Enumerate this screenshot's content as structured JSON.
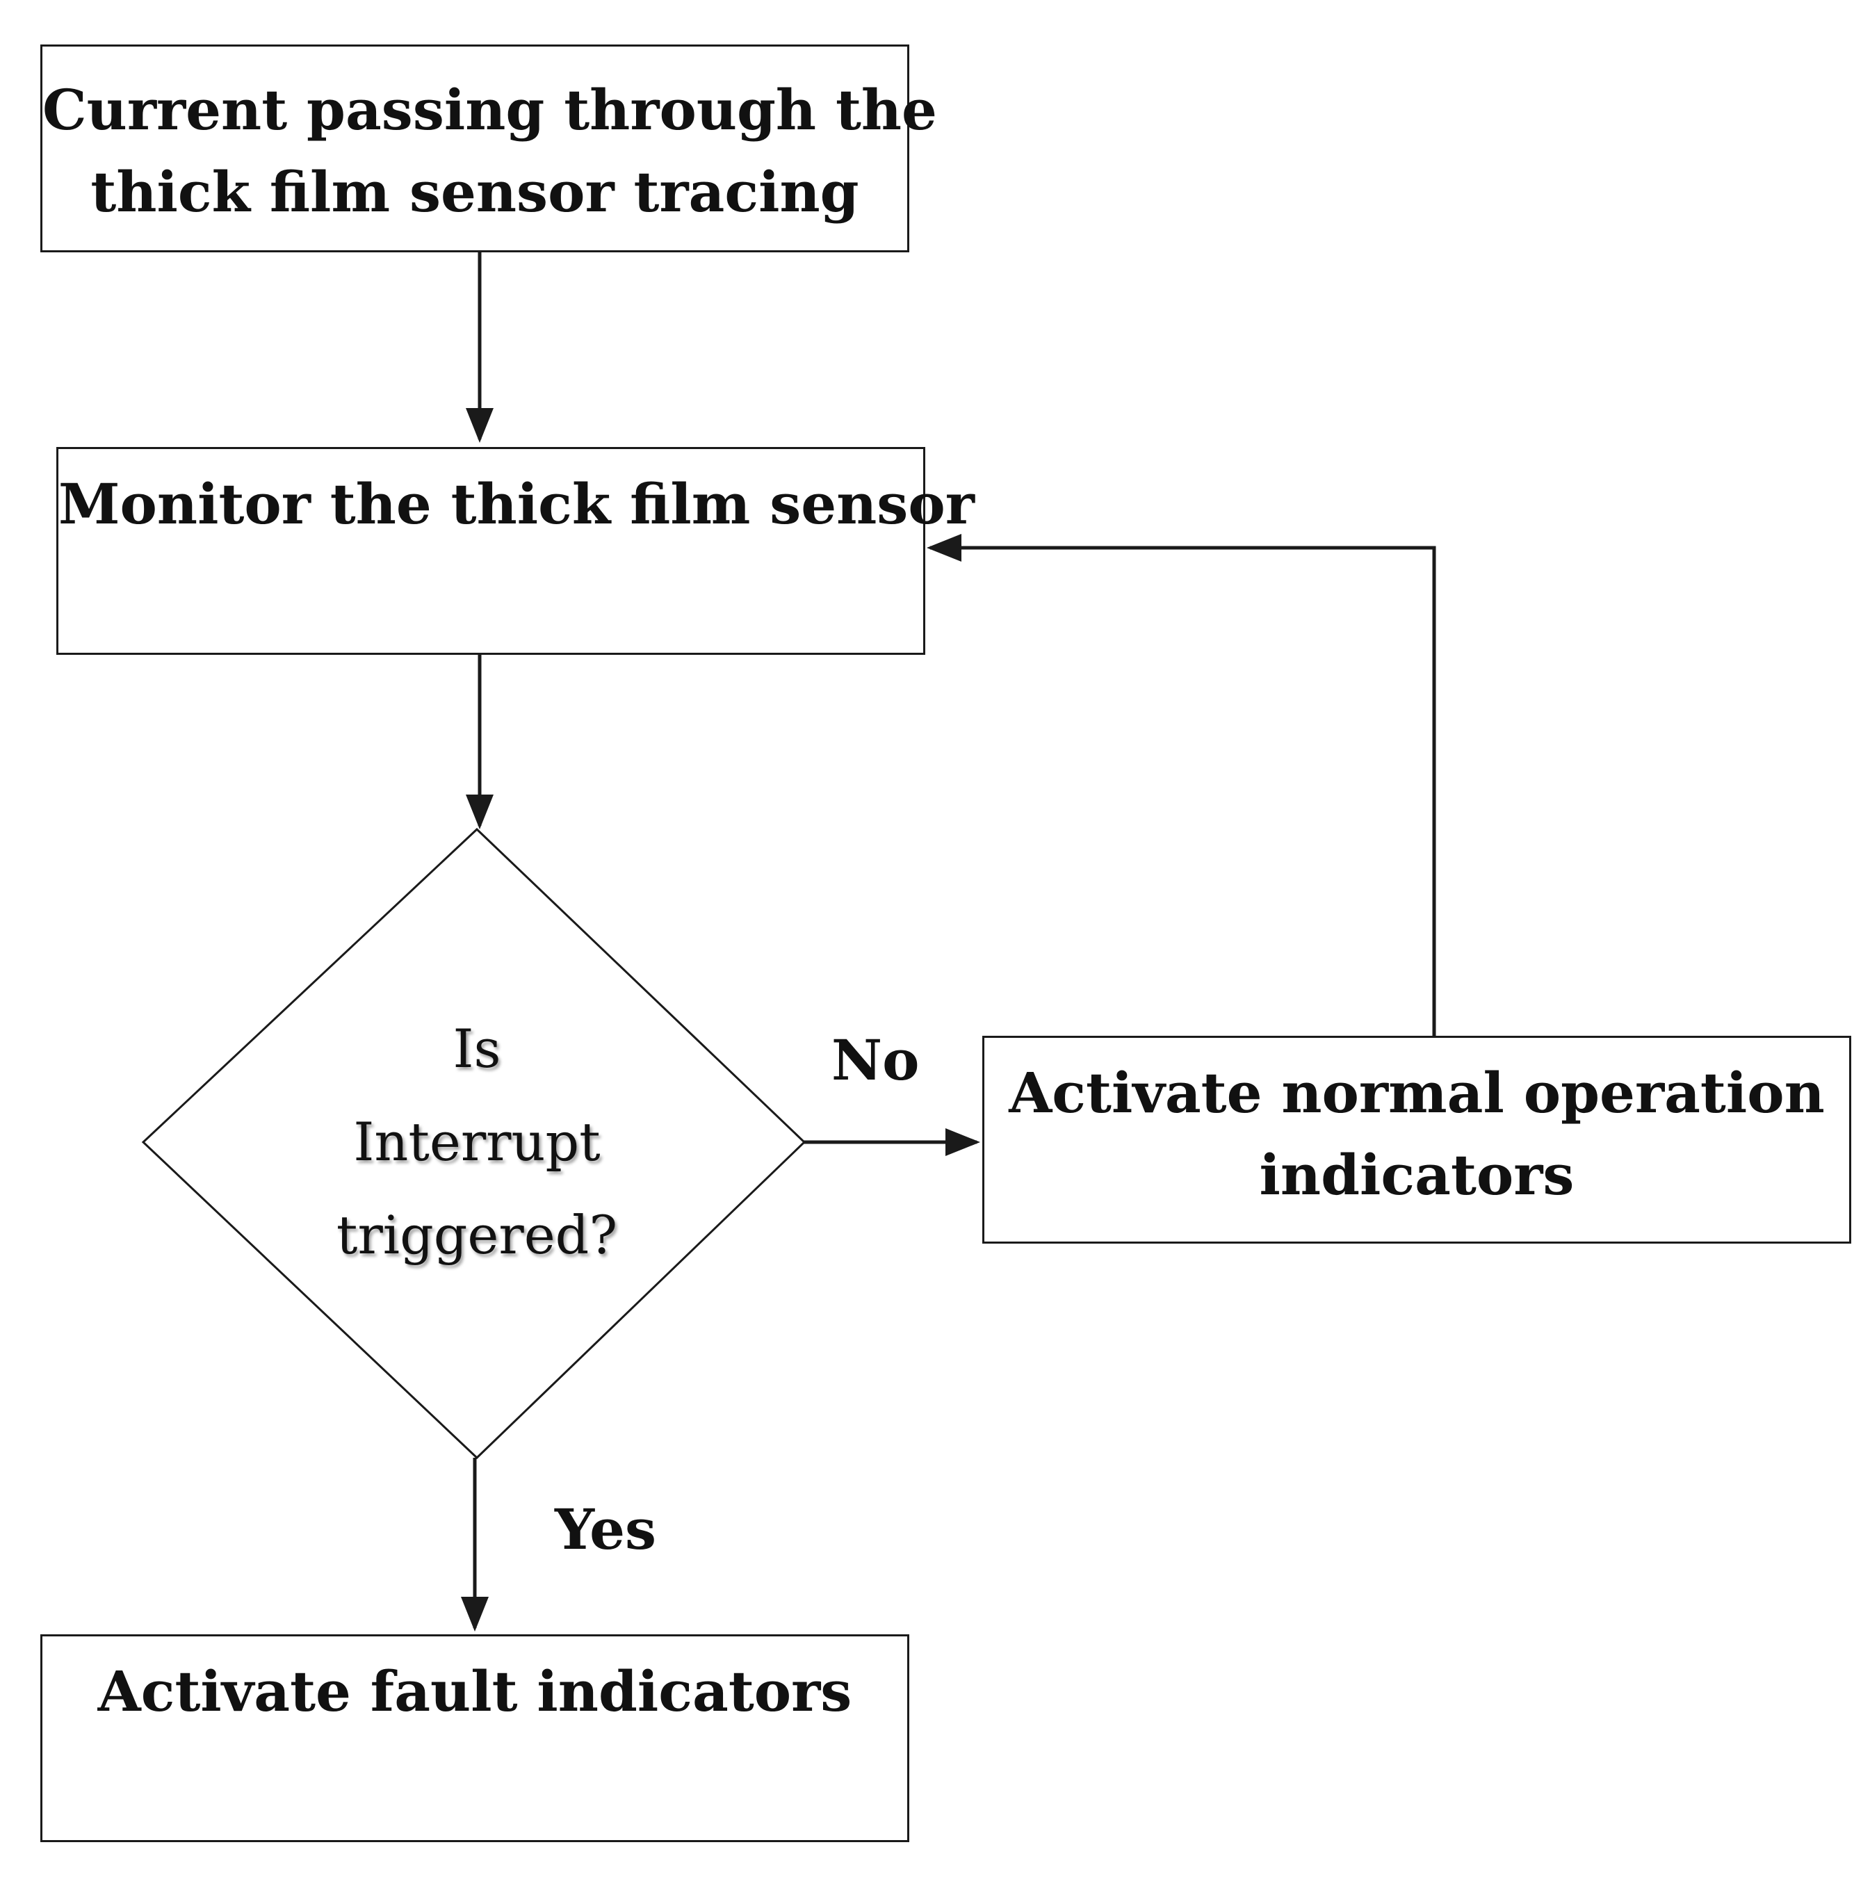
{
  "nodes": {
    "start": {
      "lines": [
        "Current passing through the",
        "thick film sensor tracing"
      ]
    },
    "monitor": {
      "lines": [
        "Monitor the thick film sensor"
      ]
    },
    "decision": {
      "lines": [
        "Is",
        "Interrupt",
        "triggered?"
      ]
    },
    "normal": {
      "lines": [
        "Activate normal operation",
        "indicators"
      ]
    },
    "fault": {
      "lines": [
        "Activate fault indicators"
      ]
    }
  },
  "edges": {
    "no_label": "No",
    "yes_label": "Yes"
  },
  "colors": {
    "stroke": "#1a1a1a",
    "background": "#ffffff",
    "text": "#111111"
  }
}
